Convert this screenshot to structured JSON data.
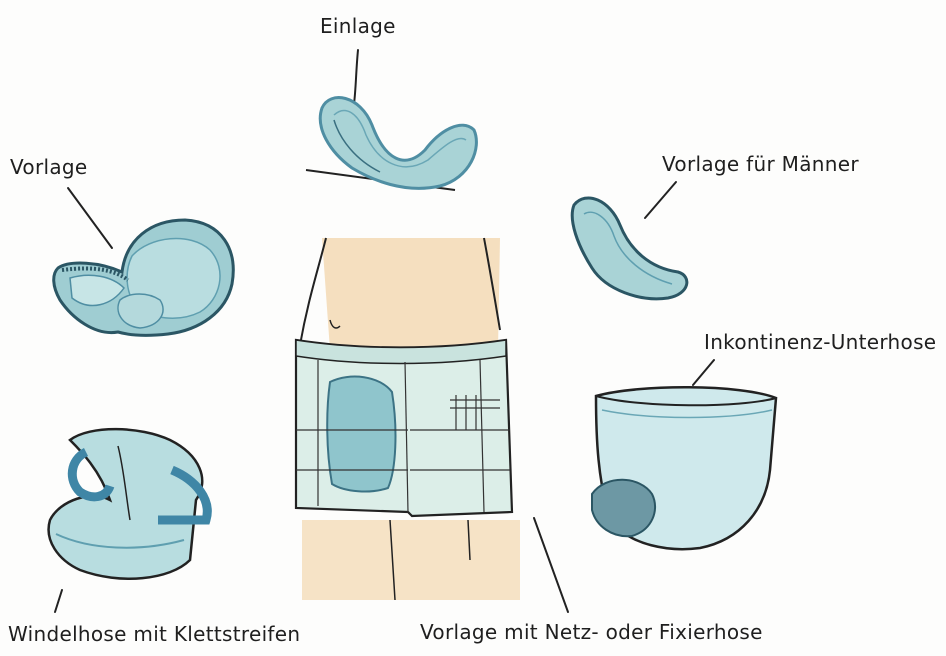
{
  "labels": {
    "einlage": "Einlage",
    "vorlage": "Vorlage",
    "vorlage_maenner": "Vorlage für Männer",
    "inkontinenz_unterhose": "Inkontinenz-Unterhose",
    "windelhose": "Windelhose mit Klettstreifen",
    "vorlage_netz": "Vorlage mit Netz- oder Fixierhose"
  },
  "colors": {
    "pad_fill": "#a9d3d6",
    "pad_edge": "#5f9fb0",
    "tab_blue": "#3f86a6",
    "skin": "#f3d9b4",
    "shorts": "#dceee8",
    "outline": "#222222"
  }
}
